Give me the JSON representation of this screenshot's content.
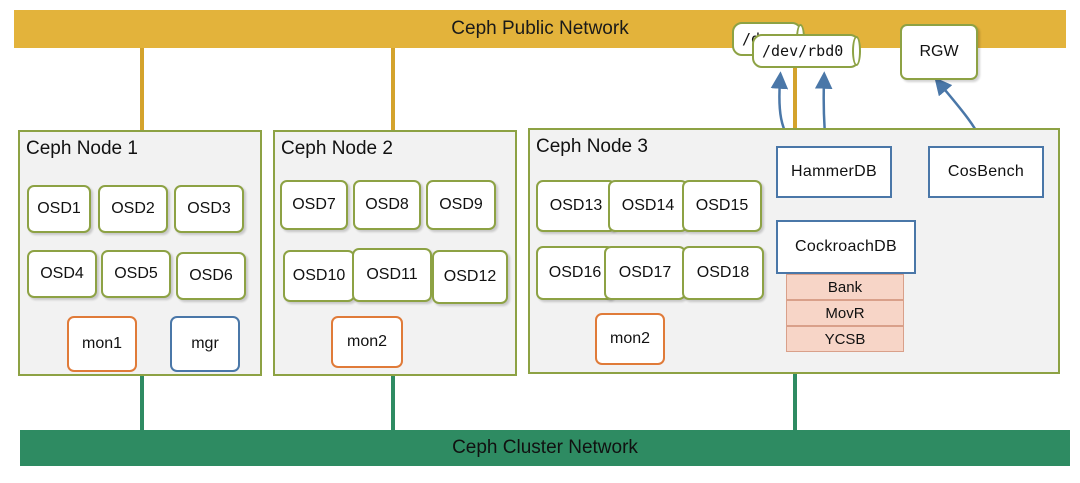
{
  "networks": {
    "public": "Ceph Public Network",
    "cluster": "Ceph Cluster Network"
  },
  "nodes": [
    {
      "title": "Ceph Node 1",
      "osds": [
        "OSD1",
        "OSD2",
        "OSD3",
        "OSD4",
        "OSD5",
        "OSD6"
      ],
      "mon": "mon1",
      "mgr": "mgr"
    },
    {
      "title": "Ceph Node 2",
      "osds": [
        "OSD7",
        "OSD8",
        "OSD9",
        "OSD10",
        "OSD11",
        "OSD12"
      ],
      "mon": "mon2"
    },
    {
      "title": "Ceph Node 3",
      "osds": [
        "OSD13",
        "OSD14",
        "OSD15",
        "OSD16",
        "OSD17",
        "OSD18"
      ],
      "mon": "mon2"
    }
  ],
  "apps": {
    "hammerdb": "HammerDB",
    "cockroachdb": "CockroachDB",
    "cosbench": "CosBench",
    "rgw": "RGW",
    "workloads": [
      "Bank",
      "MovR",
      "YCSB"
    ]
  },
  "devices": {
    "back": "/d",
    "front": "/dev/rbd0"
  },
  "colors": {
    "public_network": "#e3b33b",
    "cluster_network": "#2e8b62",
    "osd_border": "#8da244",
    "mon_border": "#e07b39",
    "mgr_border": "#4a77a8",
    "arrow": "#4a77a8"
  }
}
